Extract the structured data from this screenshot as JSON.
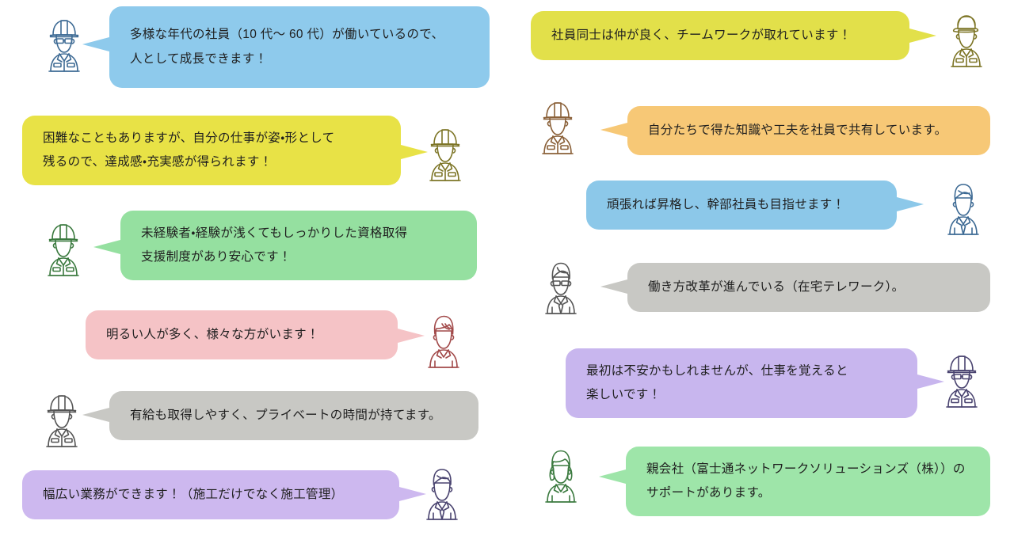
{
  "page": {
    "title": "社員の声 吹き出しコメント一覧",
    "background": "#ffffff",
    "text_color": "#1f1f1f"
  },
  "colors": {
    "blue_light": "#8ecaec",
    "blue_mid": "#8cc8e9",
    "yellow": "#e8e246",
    "yellow_olive": "#e2e04a",
    "green": "#95e0a0",
    "green_light": "#9ee5a9",
    "pink": "#f5c3c6",
    "gray": "#c8c8c4",
    "gray_mid": "#cccccc",
    "purple": "#cdb8ef",
    "purple_light": "#c8b6ee",
    "orange": "#f7c876"
  },
  "testimonials": [
    {
      "id": "age-diversity",
      "column": "left",
      "avatar_side": "left",
      "avatar": {
        "name": "worker-helmet-glasses-avatar",
        "type": "worker-helmet-glasses",
        "stroke": "#3d6a94"
      },
      "bubble": {
        "fill": "#8ecaec",
        "lines": "多様な年代の社員（10 代〜 60 代）が働いているので、\n人として成長できます！"
      }
    },
    {
      "id": "achievement",
      "column": "left",
      "avatar_side": "right",
      "avatar": {
        "name": "worker-helmet-avatar",
        "type": "worker-helmet",
        "stroke": "#7d7526"
      },
      "bubble": {
        "fill": "#e8e246",
        "lines": "困難なこともありますが、自分の仕事が姿・形として\n残るので、達成感・充実感が得られます！"
      }
    },
    {
      "id": "qualification-support",
      "column": "left",
      "avatar_side": "left",
      "avatar": {
        "name": "worker-helmet-avatar",
        "type": "worker-helmet",
        "stroke": "#3b7a3f"
      },
      "bubble": {
        "fill": "#95e0a0",
        "lines": "未経験者・経験が浅くてもしっかりした資格取得\n支援制度があり安心です！"
      }
    },
    {
      "id": "bright-people",
      "column": "left",
      "avatar_side": "right",
      "avatar": {
        "name": "woman-short-hair-avatar",
        "type": "woman-short-hair",
        "stroke": "#a24a4a"
      },
      "bubble": {
        "fill": "#f5c3c6",
        "lines": "明るい人が多く、様々な方がいます！"
      }
    },
    {
      "id": "paid-leave",
      "column": "left",
      "avatar_side": "left",
      "avatar": {
        "name": "worker-helmet-avatar",
        "type": "worker-helmet",
        "stroke": "#555555"
      },
      "bubble": {
        "fill": "#c8c8c4",
        "lines": "有給も取得しやすく、プライベートの時間が持てます。"
      }
    },
    {
      "id": "wide-range-work",
      "column": "left",
      "avatar_side": "right",
      "avatar": {
        "name": "businessman-tie-avatar",
        "type": "man-tie",
        "stroke": "#4a4470"
      },
      "bubble": {
        "fill": "#cdb8ef",
        "lines": "幅広い業務ができます！（施工だけでなく施工管理）"
      }
    },
    {
      "id": "teamwork",
      "column": "right",
      "avatar_side": "right",
      "avatar": {
        "name": "worker-cap-avatar",
        "type": "worker-cap",
        "stroke": "#7d7526"
      },
      "bubble": {
        "fill": "#e2e04a",
        "lines": "社員同士は仲が良く、チームワークが取れています！"
      }
    },
    {
      "id": "knowledge-sharing",
      "column": "right",
      "avatar_side": "left",
      "avatar": {
        "name": "worker-helmet-avatar",
        "type": "worker-helmet",
        "stroke": "#8a6038"
      },
      "bubble": {
        "fill": "#f7c876",
        "lines": "自分たちで得た知識や工夫を社員で共有しています。"
      }
    },
    {
      "id": "promotion",
      "column": "right",
      "avatar_side": "right",
      "avatar": {
        "name": "businessman-tie-avatar",
        "type": "man-tie",
        "stroke": "#3d6a94"
      },
      "bubble": {
        "fill": "#8cc8e9",
        "lines": "頑張れば昇格し、幹部社員も目指せます！"
      }
    },
    {
      "id": "work-style-reform",
      "column": "right",
      "avatar_side": "left",
      "avatar": {
        "name": "man-glasses-tie-avatar",
        "type": "man-glasses-tie",
        "stroke": "#555555"
      },
      "bubble": {
        "fill": "#c8c8c4",
        "lines": "働き方改革が進んでいる（在宅テレワーク）。"
      }
    },
    {
      "id": "learning-is-fun",
      "column": "right",
      "avatar_side": "right",
      "avatar": {
        "name": "worker-helmet-glasses-avatar",
        "type": "worker-helmet-glasses",
        "stroke": "#4a4470"
      },
      "bubble": {
        "fill": "#c8b6ee",
        "lines": "最初は不安かもしれませんが、仕事を覚えると\n楽しいです！"
      }
    },
    {
      "id": "parent-company-support",
      "column": "right",
      "avatar_side": "left",
      "avatar": {
        "name": "woman-long-hair-avatar",
        "type": "woman-long-hair",
        "stroke": "#3b7a3f"
      },
      "bubble": {
        "fill": "#9ee5a9",
        "lines": "親会社（富士通ネットワークソリューションズ（株））の\nサポートがあります。"
      }
    }
  ]
}
